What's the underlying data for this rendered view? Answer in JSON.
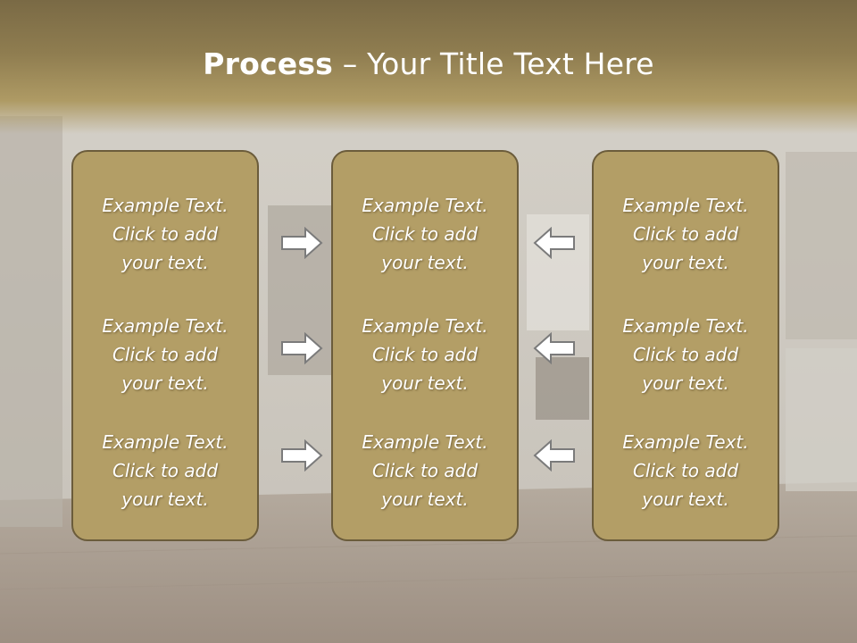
{
  "slide": {
    "title_bold": "Process",
    "title_rest": " – Your Title Text Here"
  },
  "columns": [
    {
      "items": [
        {
          "line1": "Example Text.",
          "line2": "Click  to add",
          "line3": "your text."
        },
        {
          "line1": "Example Text.",
          "line2": "Click  to add",
          "line3": "your text."
        },
        {
          "line1": "Example Text.",
          "line2": "Click  to add",
          "line3": "your text."
        }
      ]
    },
    {
      "items": [
        {
          "line1": "Example Text.",
          "line2": "Click  to add",
          "line3": "your text."
        },
        {
          "line1": "Example Text.",
          "line2": "Click  to add",
          "line3": "your text."
        },
        {
          "line1": "Example Text.",
          "line2": "Click  to add",
          "line3": "your text."
        }
      ]
    },
    {
      "items": [
        {
          "line1": "Example Text.",
          "line2": "Click  to add",
          "line3": "your text."
        },
        {
          "line1": "Example Text.",
          "line2": "Click  to add",
          "line3": "your text."
        },
        {
          "line1": "Example Text.",
          "line2": "Click  to add",
          "line3": "your text."
        }
      ]
    }
  ],
  "arrows": {
    "left_group": "arrow-right-icon",
    "right_group": "arrow-left-icon"
  },
  "colors": {
    "title_band": "#8f7d50",
    "panel_fill": "#b39e66",
    "panel_border": "#6b5c3b",
    "text": "#ffffff"
  }
}
